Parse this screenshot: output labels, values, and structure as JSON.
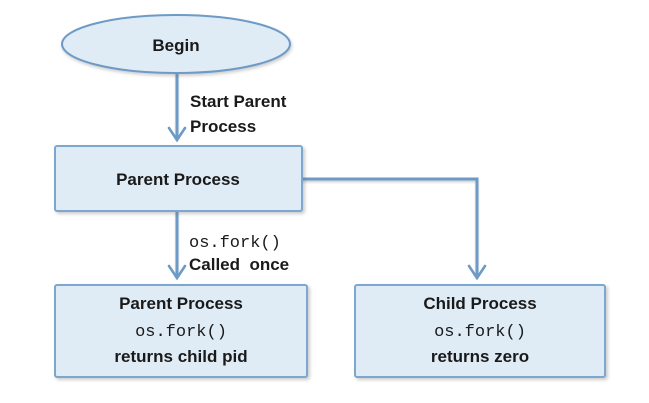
{
  "diagram": {
    "title": "os.fork process flowchart",
    "colors": {
      "background": "#ffffff",
      "shape_fill": "#dfecf6",
      "shape_border": "#7ea7cf",
      "edge_line": "#6d9ac6",
      "text": "#1a1a1a"
    },
    "nodes": {
      "begin": {
        "label": "Begin"
      },
      "parent": {
        "label": "Parent Process"
      },
      "parent_after_fork": {
        "line1": "Parent Process",
        "line2": "os.fork()",
        "line3": "returns child pid"
      },
      "child_after_fork": {
        "line1": "Child Process",
        "line2": "os.fork()",
        "line3": "returns zero"
      }
    },
    "edges": {
      "begin_to_parent": {
        "label_line1": "Start Parent",
        "label_line2": "Process"
      },
      "parent_to_parent_after_fork": {
        "label_line1": "os.fork()",
        "label_line2": "Called  once"
      }
    }
  }
}
